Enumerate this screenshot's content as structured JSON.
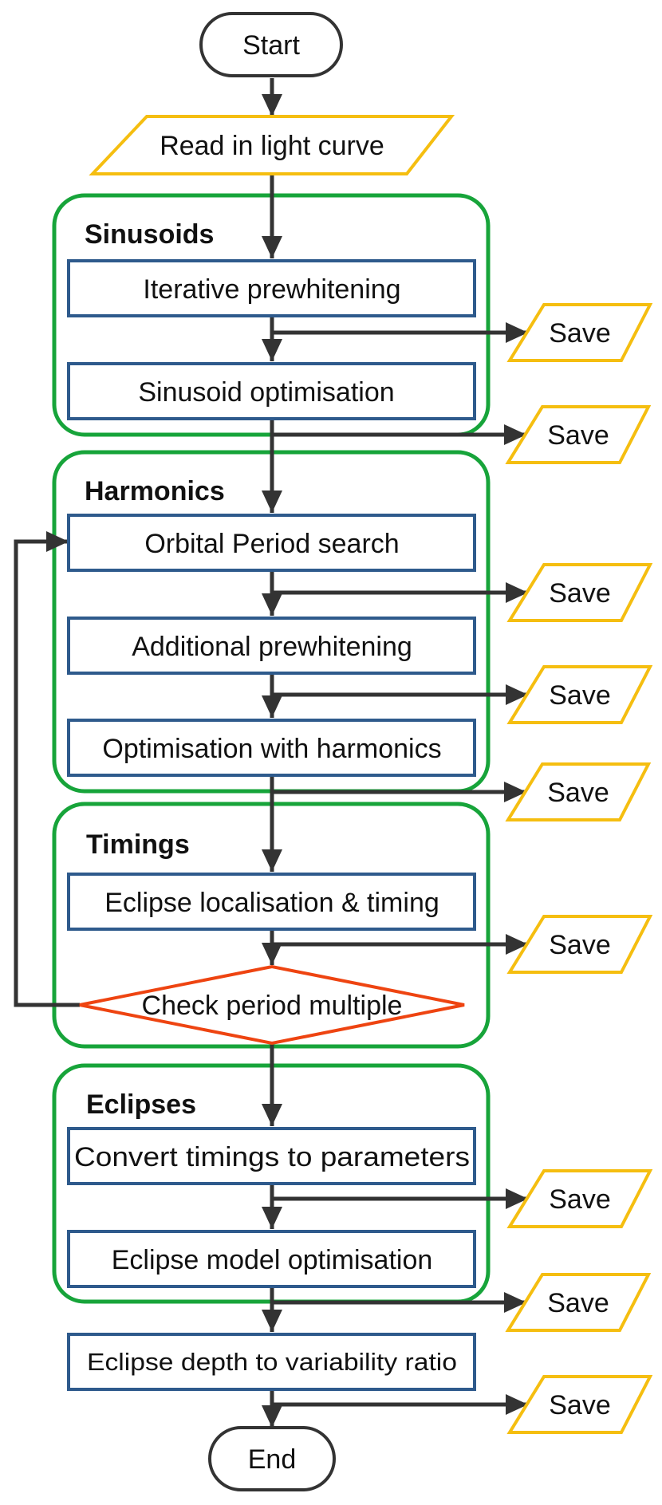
{
  "colors": {
    "terminal_stroke": "#333333",
    "process_stroke": "#2e5a8c",
    "io_stroke": "#f5be10",
    "decision_stroke": "#ee4411",
    "group_stroke": "#17a43a",
    "edge": "#333333"
  },
  "nodes": {
    "start": "Start",
    "read_input": "Read in light curve",
    "iterative_prewhitening": "Iterative prewhitening",
    "sinusoid_optimisation": "Sinusoid optimisation",
    "orbital_period_search": "Orbital Period search",
    "additional_prewhitening": "Additional prewhitening",
    "optimisation_harmonics": "Optimisation with harmonics",
    "eclipse_localisation": "Eclipse localisation & timing",
    "check_period_multiple": "Check period multiple",
    "convert_timings": "Convert timings to parameters",
    "eclipse_model_optimisation": "Eclipse model optimisation",
    "eclipse_depth_ratio": "Eclipse depth to variability ratio",
    "end": "End"
  },
  "groups": {
    "sinusoids": "Sinusoids",
    "harmonics": "Harmonics",
    "timings": "Timings",
    "eclipses": "Eclipses"
  },
  "save_label": "Save"
}
